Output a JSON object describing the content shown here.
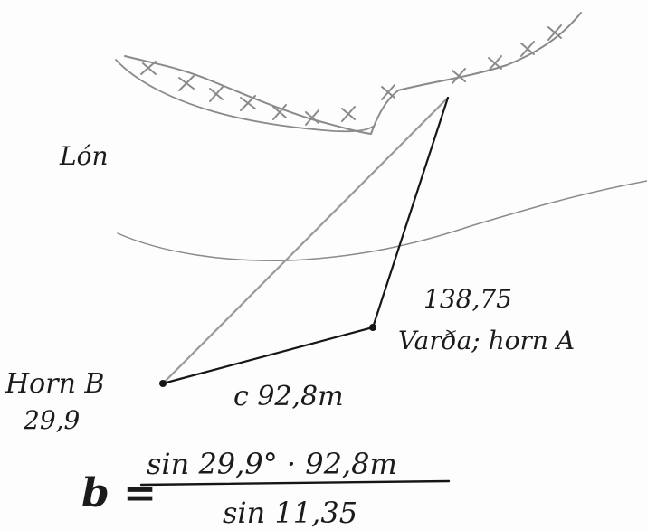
{
  "labels": {
    "lake": "Lón",
    "point_a_value": "138,75",
    "point_a_name": "Varða; horn A",
    "point_b_name": "Horn B",
    "point_b_value": "29,9",
    "side_c": "c  92,8m",
    "formula_lhs": "b =",
    "formula_numerator": "sin 29,9° · 92,8m",
    "formula_denominator": "sin 11,35"
  },
  "colors": {
    "ink": "#161616",
    "pencil": "#8a8a8a",
    "grey_line": "#9a9a9a"
  }
}
